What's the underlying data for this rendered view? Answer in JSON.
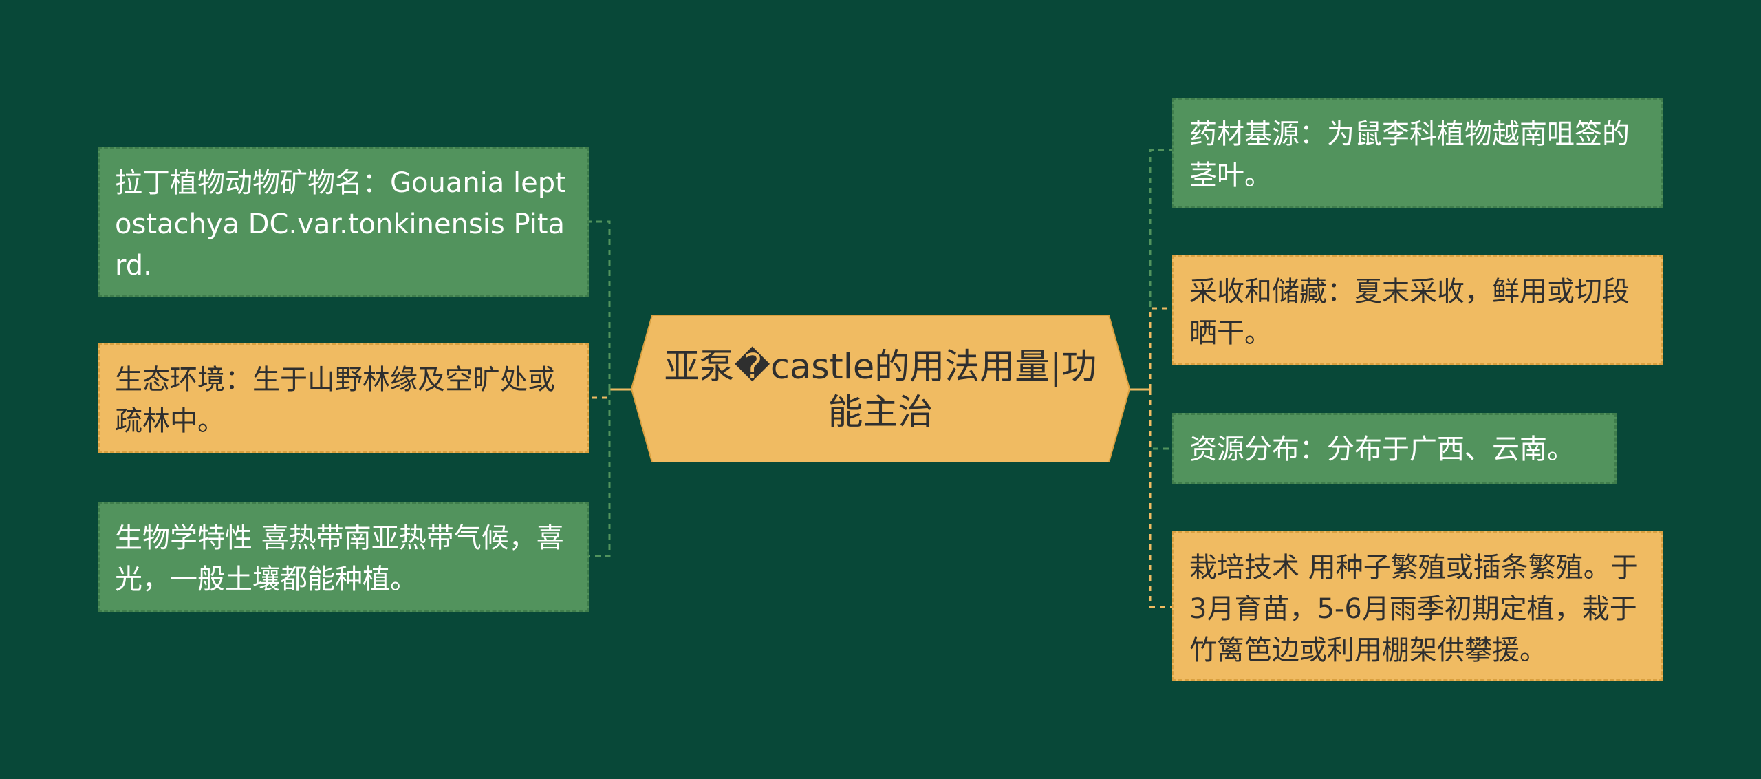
{
  "center": {
    "title": "亚泵�castle的用法用量|功能主治"
  },
  "left_nodes": [
    {
      "text": "拉丁植物动物矿物名：Gouania leptostachya DC.var.tonkinensis Pitard.",
      "style": "green"
    },
    {
      "text": "生态环境：生于山野林缘及空旷处或疏林中。",
      "style": "orange"
    },
    {
      "text": "生物学特性 喜热带南亚热带气候，喜光，一般土壤都能种植。",
      "style": "green"
    }
  ],
  "right_nodes": [
    {
      "text": "药材基源：为鼠李科植物越南咀签的茎叶。",
      "style": "green"
    },
    {
      "text": "采收和储藏：夏末采收，鲜用或切段晒干。",
      "style": "orange"
    },
    {
      "text": "资源分布：分布于广西、云南。",
      "style": "green"
    },
    {
      "text": "栽培技术 用种子繁殖或插条繁殖。于3月育苗，5-6月雨季初期定植，栽于竹篱笆边或利用棚架供攀援。",
      "style": "orange"
    }
  ],
  "colors": {
    "background": "#084838",
    "green_node": "#52935d",
    "orange_node": "#f0bb62",
    "connector": "#f0bb62",
    "connector_green": "#52935d"
  }
}
